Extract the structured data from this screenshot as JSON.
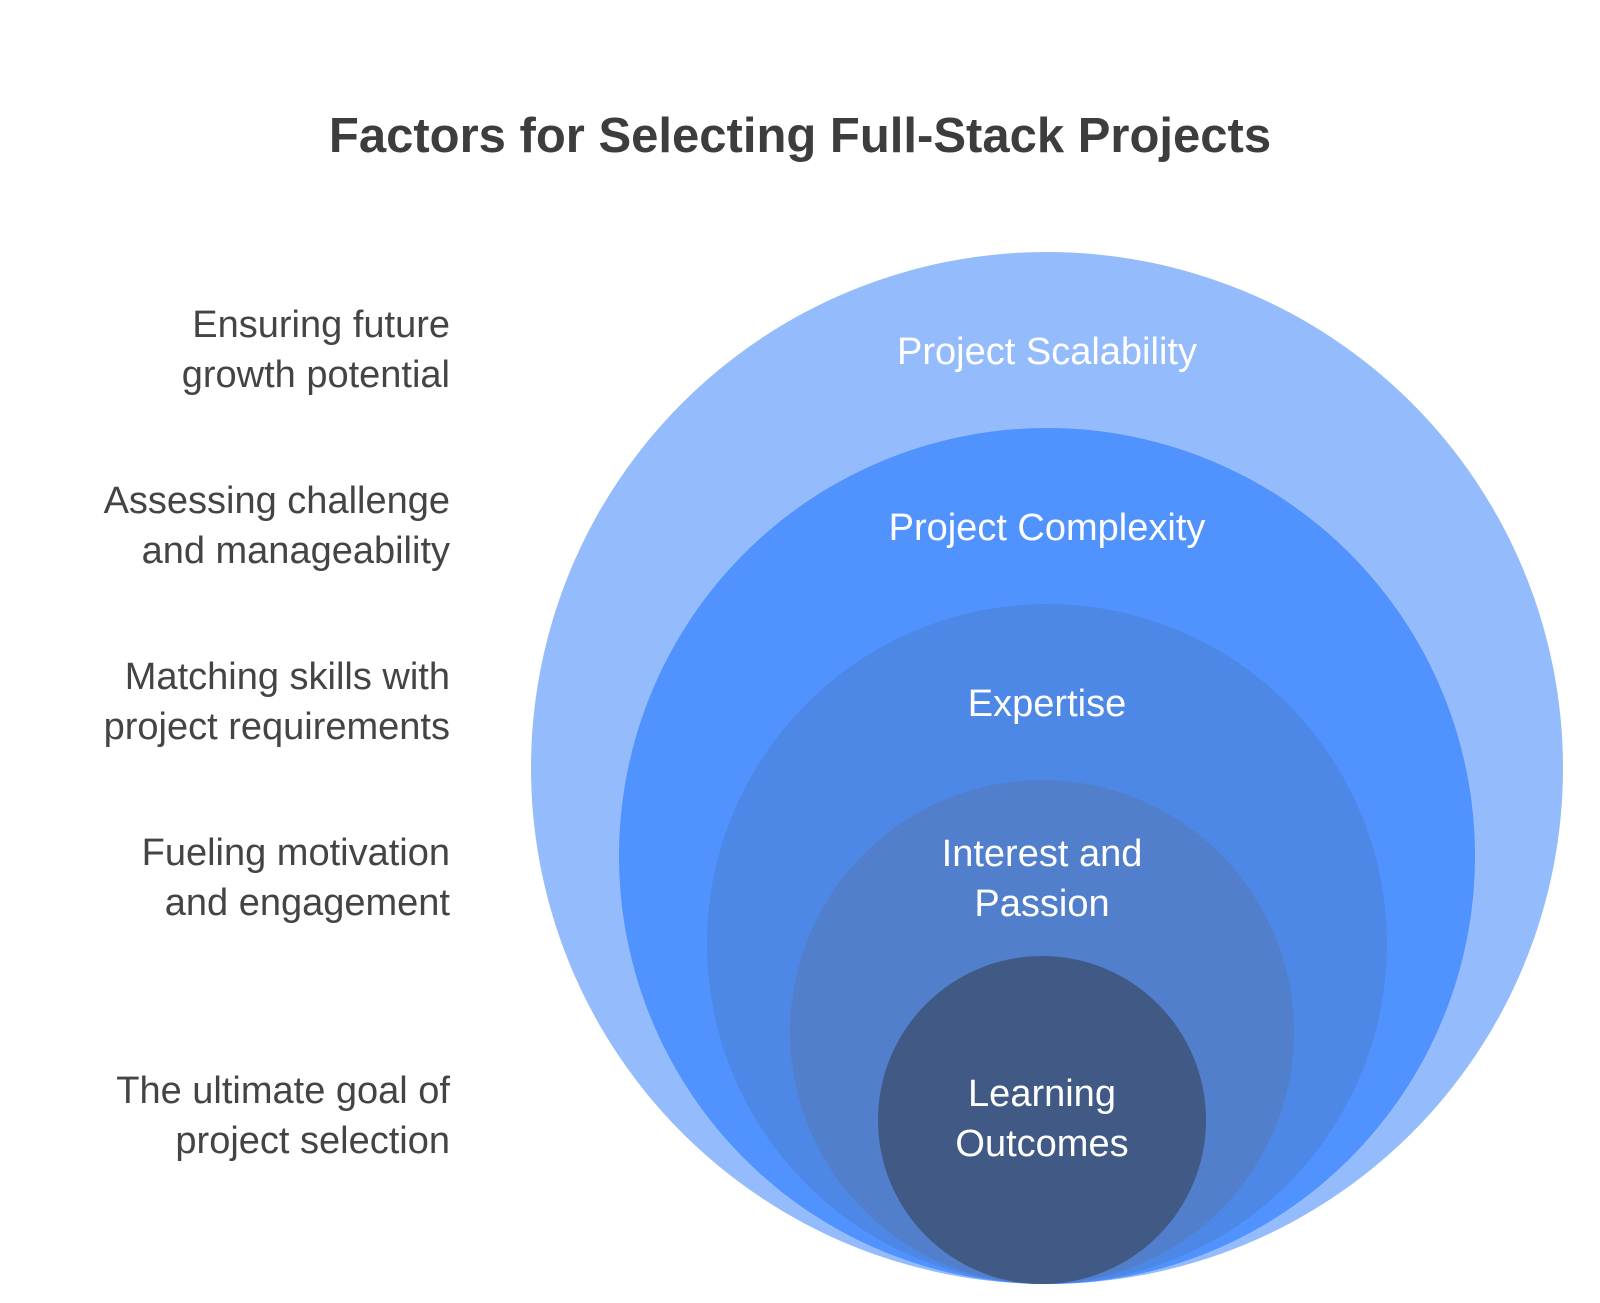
{
  "title": "Factors for Selecting Full-Stack Projects",
  "levels": [
    {
      "name": "Project Scalability",
      "lines": [
        "Project Scalability"
      ],
      "description_lines": [
        "Ensuring future",
        "growth potential"
      ],
      "color": "#94bbfb"
    },
    {
      "name": "Project Complexity",
      "lines": [
        "Project Complexity"
      ],
      "description_lines": [
        "Assessing challenge",
        "and manageability"
      ],
      "color": "#5092fe"
    },
    {
      "name": "Expertise",
      "lines": [
        "Expertise"
      ],
      "description_lines": [
        "Matching skills with",
        "project requirements"
      ],
      "color": "#4e88e6"
    },
    {
      "name": "Interest and Passion",
      "lines": [
        "Interest and",
        "Passion"
      ],
      "description_lines": [
        "Fueling motivation",
        "and engagement"
      ],
      "color": "#517fcb"
    },
    {
      "name": "Learning Outcomes",
      "lines": [
        "Learning",
        "Outcomes"
      ],
      "description_lines": [
        "The ultimate goal of",
        "project selection"
      ],
      "color": "#405a85"
    }
  ]
}
